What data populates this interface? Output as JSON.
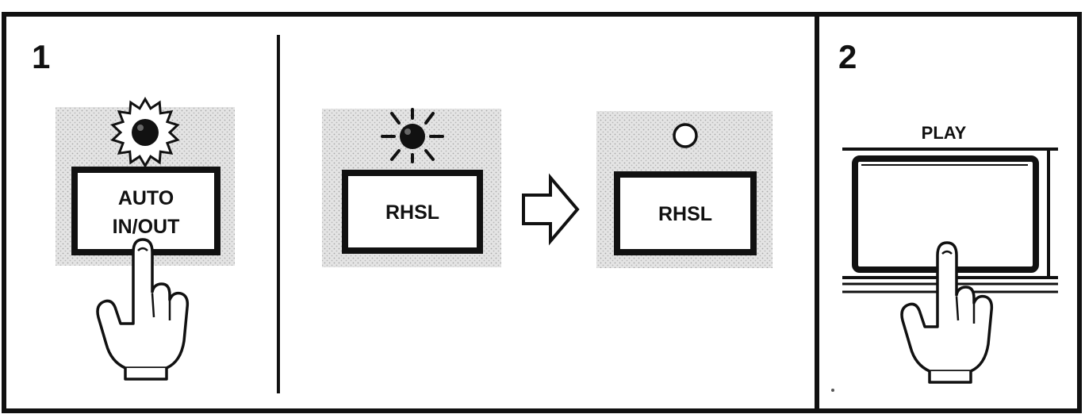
{
  "steps": {
    "step1": {
      "number": "1",
      "auto_button": {
        "line1": "AUTO",
        "line2": "IN/OUT",
        "lamp": "lit"
      },
      "rhsl_before": {
        "label": "RHSL",
        "lamp": "lit"
      },
      "rhsl_after": {
        "label": "RHSL",
        "lamp": "off"
      }
    },
    "step2": {
      "number": "2",
      "play_label": "PLAY"
    }
  },
  "icons": {
    "lamp_lit": "lit-lamp-icon",
    "lamp_off": "unlit-lamp-icon",
    "press": "pressing-hand-icon",
    "transition": "right-arrow-icon"
  },
  "colors": {
    "ink": "#111111",
    "panel_shade": "#dcdcdc",
    "background": "#ffffff"
  }
}
